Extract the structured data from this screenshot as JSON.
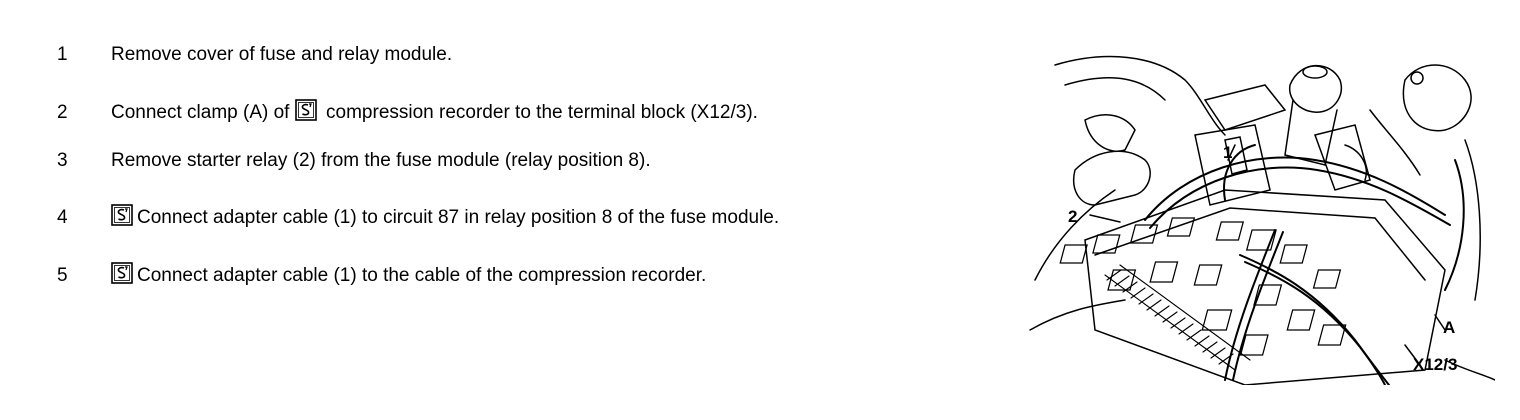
{
  "steps": [
    {
      "number": "1",
      "text": "Remove cover of fuse and relay module.",
      "tool_before": false,
      "icon": ""
    },
    {
      "number": "2",
      "text_before": "Connect clamp (A) of",
      "text_after": "compression recorder to the terminal block (X12/3).",
      "icon": "special-tool-icon"
    },
    {
      "number": "3",
      "text": "Remove starter relay (2) from the fuse module (relay position 8).",
      "icon": ""
    },
    {
      "number": "4",
      "text": "Connect adapter cable (1) to circuit 87 in relay position 8 of the fuse module.",
      "icon": "special-tool-icon"
    },
    {
      "number": "5",
      "text": "Connect adapter cable (1) to the cable of the compression recorder.",
      "icon": "special-tool-icon"
    }
  ],
  "figure": {
    "callouts": {
      "adapter_cable": "1",
      "starter_relay": "2",
      "clamp": "A",
      "terminal_block": "X12/3"
    }
  },
  "colors": {
    "ink": "#000000",
    "paper": "#ffffff"
  }
}
